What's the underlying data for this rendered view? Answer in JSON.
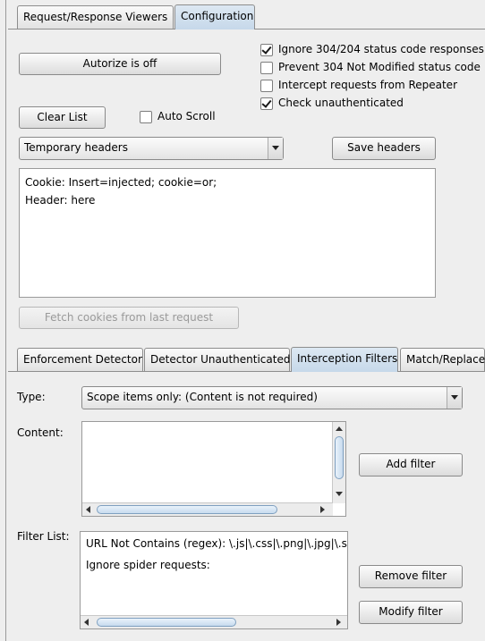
{
  "top_tabs": [
    "Request/Response Viewers",
    "Configuration"
  ],
  "config": {
    "autorize_button": "Autorize is off",
    "clear_list_button": "Clear List",
    "auto_scroll_label": "Auto Scroll",
    "headers_select_value": "Temporary headers",
    "save_headers_button": "Save headers",
    "headers_lines": [
      "Cookie: Insert=injected; cookie=or;",
      "Header: here"
    ],
    "fetch_cookies_button": "Fetch cookies from last request",
    "checkboxes": [
      {
        "label": "Ignore 304/204 status code responses",
        "checked": true
      },
      {
        "label": "Prevent 304 Not Modified status code",
        "checked": false
      },
      {
        "label": "Intercept requests from Repeater",
        "checked": false
      },
      {
        "label": "Check unauthenticated",
        "checked": true
      }
    ]
  },
  "sub_tabs": [
    "Enforcement Detector",
    "Detector Unauthenticated",
    "Interception Filters",
    "Match/Replace"
  ],
  "filters": {
    "type_label": "Type:",
    "type_value": "Scope items only: (Content is not required)",
    "content_label": "Content:",
    "add_filter_button": "Add filter",
    "filter_list_label": "Filter List:",
    "filter_list_items": [
      "URL Not Contains (regex): \\.js|\\.css|\\.png|\\.jpg|\\.svg",
      "Ignore spider requests:"
    ],
    "remove_filter_button": "Remove filter",
    "modify_filter_button": "Modify filter"
  },
  "colors": {
    "active_tab": "#c6d8ea",
    "scroll_thumb": "#c8dbee",
    "background": "#eeeeee"
  }
}
